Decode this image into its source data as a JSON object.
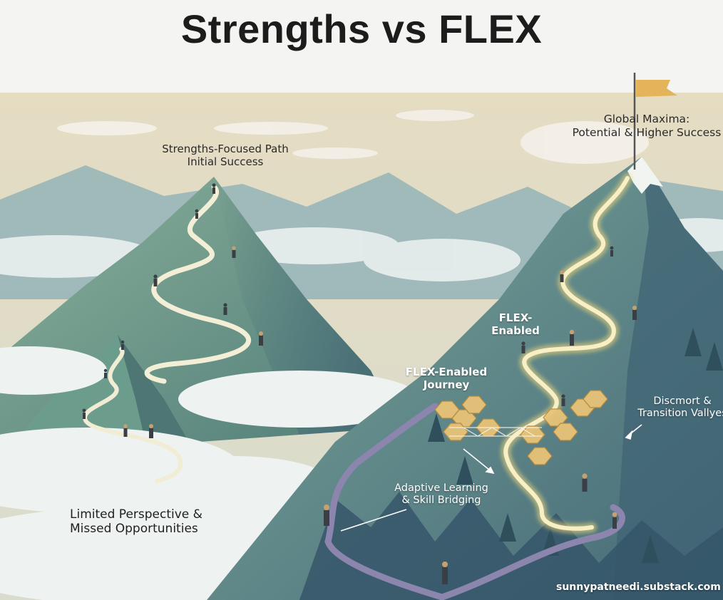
{
  "title": "Strengths vs FLEX",
  "labels": {
    "strengths_path": [
      "Strengths-Focused Path",
      "Initial Success"
    ],
    "global_maxima": [
      "Global Maxima:",
      "Potential & Higher Success"
    ],
    "flex_enabled": "FLEX-Enabled",
    "flex_journey": [
      "FLEX-Enabled",
      "Journey"
    ],
    "discomfort": [
      "Discmort &",
      "Transition Vallyes"
    ],
    "adaptive": [
      "Adaptive Learning",
      "& Skill Bridging"
    ],
    "limited": [
      "Limited Perspective &",
      "Missed Opportunities"
    ]
  },
  "credit": "sunnypatneedi.substack.com",
  "colors": {
    "sky": "#e9e2cf",
    "mountain_green": "#6f9c8a",
    "mountain_blue": "#5b7d8c",
    "path_glow": "#f2e6b0",
    "flag": "#e3b45a"
  }
}
